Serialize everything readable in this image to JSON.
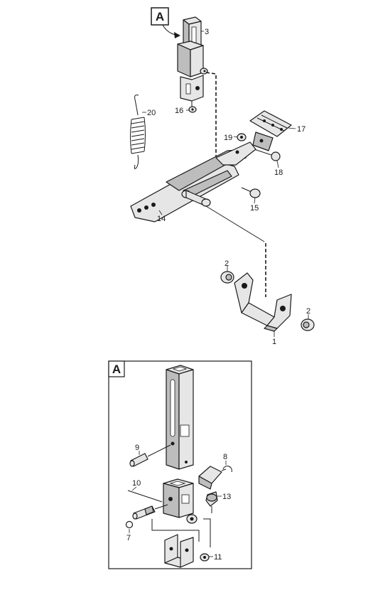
{
  "diagram": {
    "callout": "A",
    "detail_box_label": "A",
    "parts": [
      {
        "id": "p1",
        "label": "1"
      },
      {
        "id": "p2a",
        "label": "2"
      },
      {
        "id": "p2b",
        "label": "2"
      },
      {
        "id": "p3",
        "label": "3"
      },
      {
        "id": "p7",
        "label": "7"
      },
      {
        "id": "p8",
        "label": "8"
      },
      {
        "id": "p9",
        "label": "9"
      },
      {
        "id": "p10",
        "label": "10"
      },
      {
        "id": "p11",
        "label": "11"
      },
      {
        "id": "p13",
        "label": "13"
      },
      {
        "id": "p14",
        "label": "14"
      },
      {
        "id": "p15",
        "label": "15"
      },
      {
        "id": "p16",
        "label": "16"
      },
      {
        "id": "p17",
        "label": "17"
      },
      {
        "id": "p18",
        "label": "18"
      },
      {
        "id": "p19",
        "label": "19"
      },
      {
        "id": "p20",
        "label": "20"
      }
    ]
  },
  "colors": {
    "ink": "#1a1a1a",
    "part_fill": "#e6e6e6",
    "part_shade": "#bdbdbd"
  }
}
